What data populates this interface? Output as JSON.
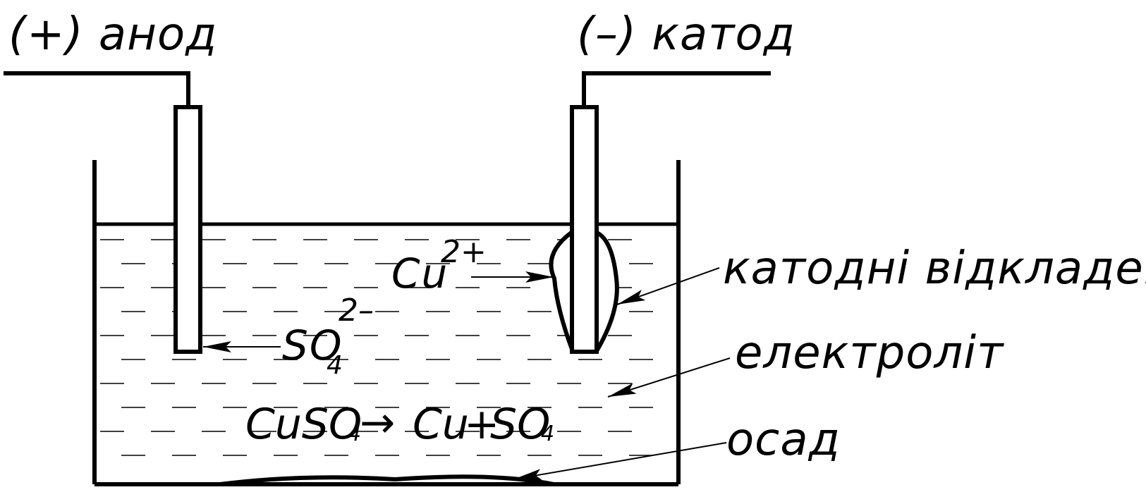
{
  "labels": {
    "anode": "(+) анод",
    "cathode": "(–) катод",
    "cathode_deposits": "катодні відкладення",
    "electrolyte": "електроліт",
    "sediment": "осад"
  },
  "ions": {
    "cu": {
      "base": "Cu",
      "sup": "2+"
    },
    "so4": {
      "base": "SO",
      "sub": "4",
      "sup": "2–"
    }
  },
  "equation": {
    "lhs_base": "CuSO",
    "lhs_sub": "4",
    "arrow": "→",
    "rhs_cu": "Cu",
    "plus": "+",
    "rhs_base": "SO",
    "rhs_sub": "4"
  },
  "colors": {
    "ink": "#000000",
    "background": "#ffffff"
  }
}
